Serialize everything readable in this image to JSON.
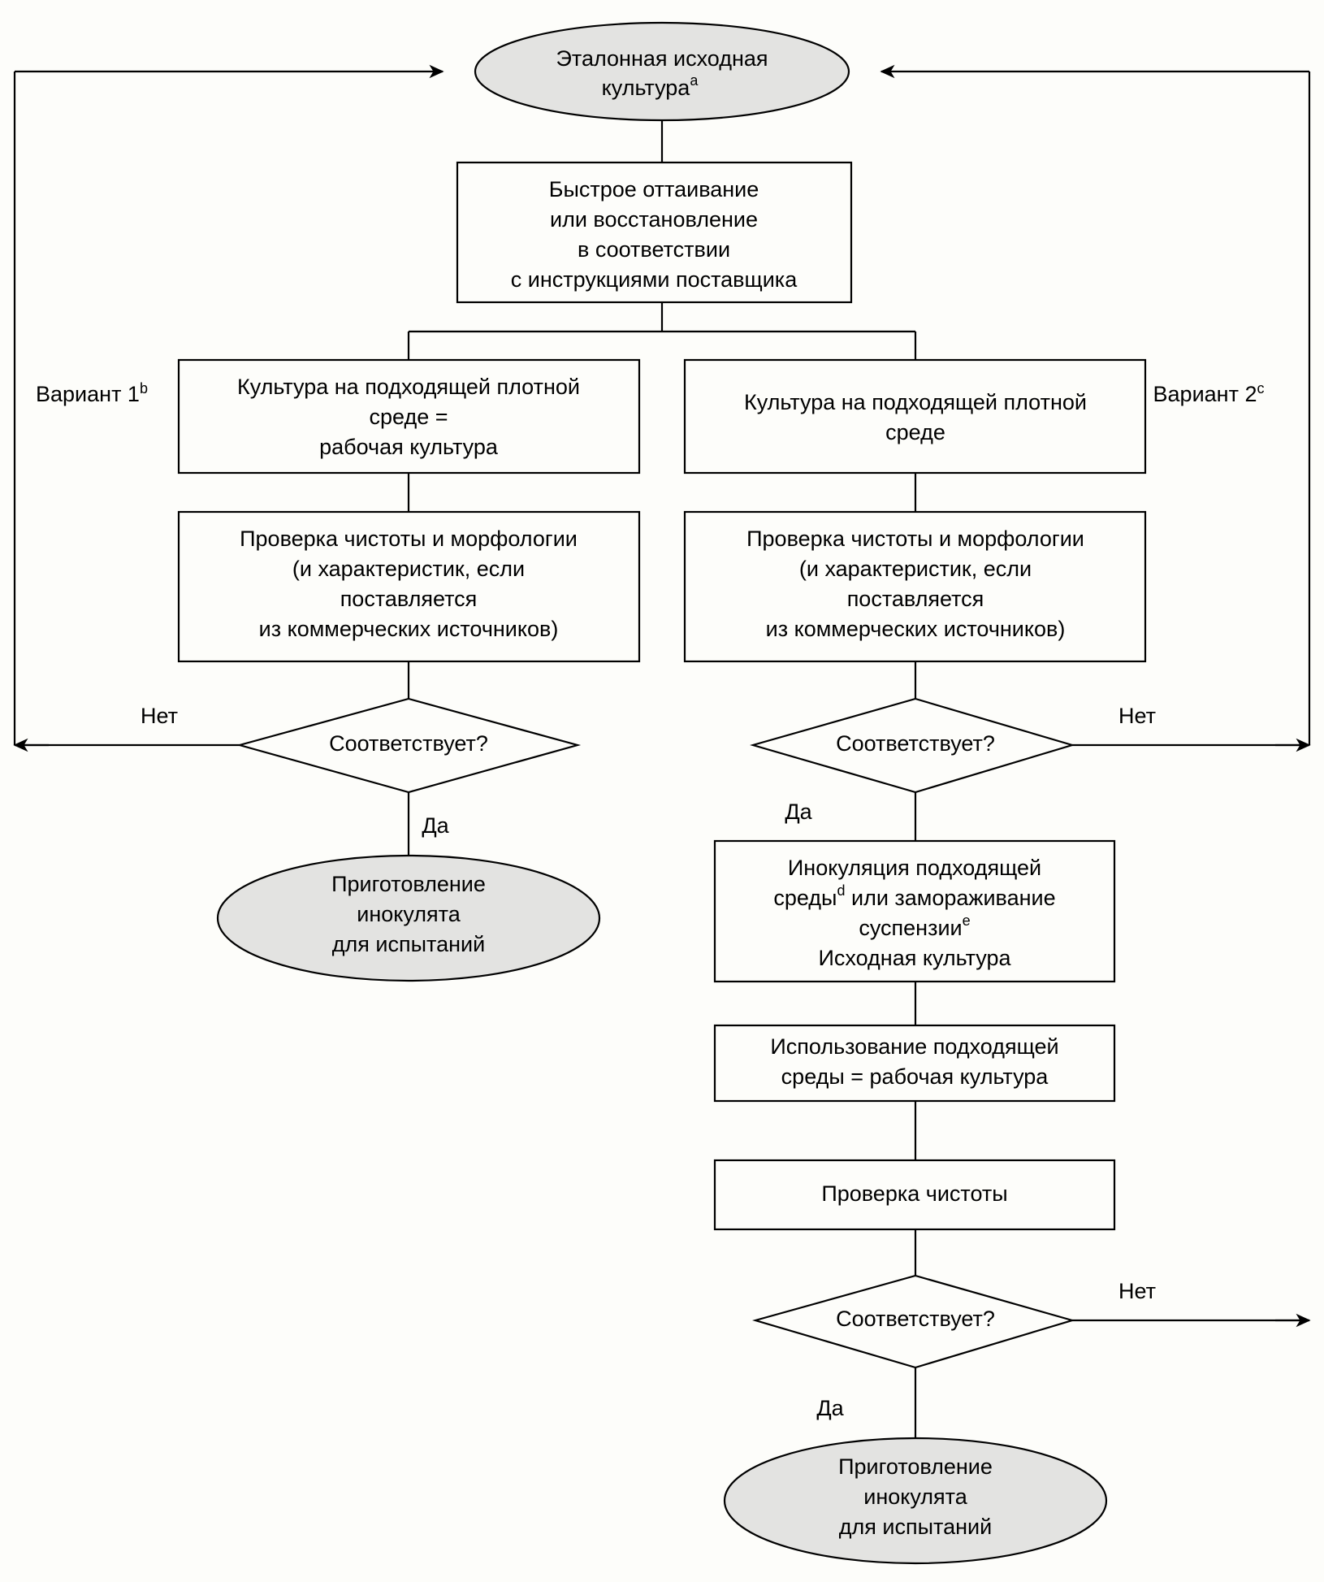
{
  "chart_data": {
    "type": "diagram",
    "title": "",
    "diagram_kind": "flowchart",
    "language": "ru",
    "nodes": [
      {
        "id": "start",
        "shape": "ellipse",
        "fill": "#e3e3e1",
        "lines": [
          "Эталонная исходная",
          "культура"
        ],
        "superscript": "a"
      },
      {
        "id": "thaw",
        "shape": "rect",
        "fill": "#fdfdfa",
        "lines": [
          "Быстрое оттаивание",
          "или восстановление",
          "в соответствии",
          "с инструкциями поставщика"
        ]
      },
      {
        "id": "left_culture",
        "shape": "rect",
        "fill": "#fdfdfa",
        "lines": [
          "Культура на подходящей плотной",
          "среде =",
          "рабочая культура"
        ]
      },
      {
        "id": "right_culture",
        "shape": "rect",
        "fill": "#fdfdfa",
        "lines": [
          "Культура на подходящей плотной",
          "среде"
        ]
      },
      {
        "id": "left_check",
        "shape": "rect",
        "fill": "#fdfdfa",
        "lines": [
          "Проверка чистоты и морфологии",
          "(и характеристик, если",
          "поставляется",
          "из коммерческих источников)"
        ]
      },
      {
        "id": "right_check",
        "shape": "rect",
        "fill": "#fdfdfa",
        "lines": [
          "Проверка чистоты и морфологии",
          "(и характеристик, если",
          "поставляется",
          "из коммерческих источников)"
        ]
      },
      {
        "id": "left_decision",
        "shape": "diamond",
        "fill": "#fdfdfa",
        "lines": [
          "Соответствует?"
        ]
      },
      {
        "id": "right_decision",
        "shape": "diamond",
        "fill": "#fdfdfa",
        "lines": [
          "Соответствует?"
        ]
      },
      {
        "id": "left_end",
        "shape": "ellipse",
        "fill": "#e3e3e1",
        "lines": [
          "Приготовление",
          "инокулята",
          "для испытаний"
        ]
      },
      {
        "id": "inoculation",
        "shape": "rect",
        "fill": "#fdfdfa",
        "lines": [
          "Инокуляция подходящей",
          "среды",
          "суспензии",
          "Исходная культура"
        ],
        "superscripts": [
          "d",
          "e"
        ]
      },
      {
        "id": "use_medium",
        "shape": "rect",
        "fill": "#fdfdfa",
        "lines": [
          "Использование подходящей",
          "среды = рабочая культура"
        ]
      },
      {
        "id": "purity_check",
        "shape": "rect",
        "fill": "#fdfdfa",
        "lines": [
          "Проверка чистоты"
        ]
      },
      {
        "id": "final_decision",
        "shape": "diamond",
        "fill": "#fdfdfa",
        "lines": [
          "Соответствует?"
        ]
      },
      {
        "id": "right_end",
        "shape": "ellipse",
        "fill": "#e3e3e1",
        "lines": [
          "Приготовление",
          "инокулята",
          "для испытаний"
        ]
      }
    ],
    "edge_labels": [
      "Нет",
      "Да",
      "Нет",
      "Да",
      "Нет",
      "Да"
    ],
    "branch_labels": [
      "Вариант 1",
      "Вариант 2"
    ]
  },
  "nodes": {
    "start": {
      "line1": "Эталонная исходная",
      "line2": "культура",
      "sup": "a"
    },
    "thaw": {
      "line1": "Быстрое оттаивание",
      "line2": "или восстановление",
      "line3": "в соответствии",
      "line4": "с инструкциями поставщика"
    },
    "left_culture": {
      "line1": "Культура на подходящей плотной",
      "line2": "среде =",
      "line3": "рабочая культура"
    },
    "right_culture": {
      "line1": "Культура на подходящей плотной",
      "line2": "среде"
    },
    "left_check": {
      "line1": "Проверка чистоты и морфологии",
      "line2": "(и характеристик, если",
      "line3": "поставляется",
      "line4": "из коммерческих источников)"
    },
    "right_check": {
      "line1": "Проверка чистоты и морфологии",
      "line2": "(и характеристик, если",
      "line3": "поставляется",
      "line4": "из коммерческих источников)"
    },
    "left_decision": {
      "label": "Соответствует?"
    },
    "right_decision": {
      "label": "Соответствует?"
    },
    "final_decision": {
      "label": "Соответствует?"
    },
    "left_end": {
      "line1": "Приготовление",
      "line2": "инокулята",
      "line3": "для испытаний"
    },
    "right_end": {
      "line1": "Приготовление",
      "line2": "инокулята",
      "line3": "для испытаний"
    },
    "inoculation": {
      "line1": "Инокуляция подходящей",
      "line2a": "среды",
      "sup_d": "d",
      "line2b": " или замораживание",
      "line3": "суспензии",
      "sup_e": "e",
      "line4": "Исходная культура"
    },
    "use_medium": {
      "line1": "Использование подходящей",
      "line2": "среды = рабочая культура"
    },
    "purity_check": {
      "label": "Проверка чистоты"
    }
  },
  "labels": {
    "variant1": "Вариант 1",
    "variant1_sup": "b",
    "variant2": "Вариант 2",
    "variant2_sup": "c",
    "left_no": "Нет",
    "left_yes": "Да",
    "right_no": "Нет",
    "right_yes": "Да",
    "final_no": "Нет",
    "final_yes": "Да"
  },
  "colors": {
    "terminal_fill": "#e3e3e1",
    "process_fill": "#fdfdfa",
    "stroke": "#000000",
    "background": "#fdfdfa"
  }
}
